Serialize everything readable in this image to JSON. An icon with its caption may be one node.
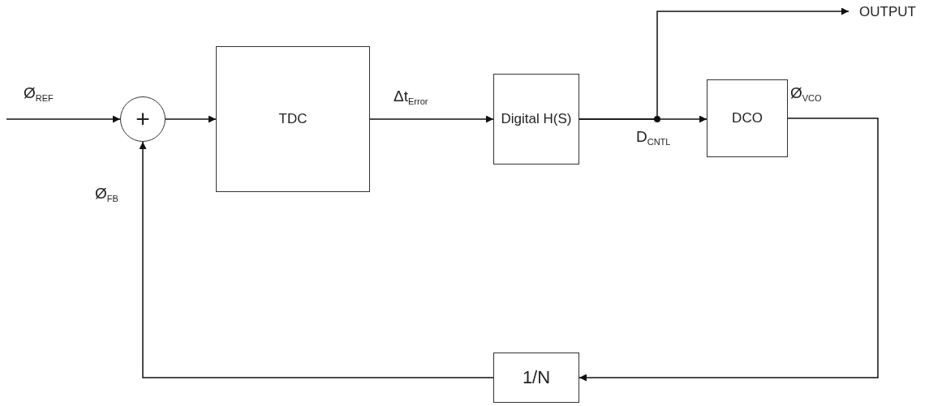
{
  "diagram": {
    "nodes": [
      {
        "text": [
          "+"
        ]
      },
      {
        "text": [
          "TDC"
        ]
      },
      {
        "text": [
          "Digital H(S)"
        ]
      },
      {
        "text": [
          "DCO"
        ]
      },
      {
        "text": [
          "1/N"
        ]
      },
      {
        "text": [
          "OUTPUT"
        ]
      }
    ],
    "edges": [
      {
        "from": null,
        "to": 0,
        "arrow": "to",
        "label": "Ø$_{REF}$"
      },
      {
        "from": 0,
        "to": 1,
        "arrow": "to"
      },
      {
        "from": 1,
        "to": 2,
        "arrow": "to",
        "label": "Δt$_{Error}$"
      },
      {
        "from": 2,
        "to": 3,
        "arrow": "to",
        "label": "D$_{CNTL}$"
      },
      {
        "from": 2,
        "to": 5,
        "arrow": "to"
      },
      {
        "from": 3,
        "to": 4,
        "arrow": "to",
        "label": "Ø$_{VCO}$"
      },
      {
        "from": 4,
        "to": 0,
        "arrow": "to",
        "label": "Ø$_{FB}$"
      }
    ]
  }
}
